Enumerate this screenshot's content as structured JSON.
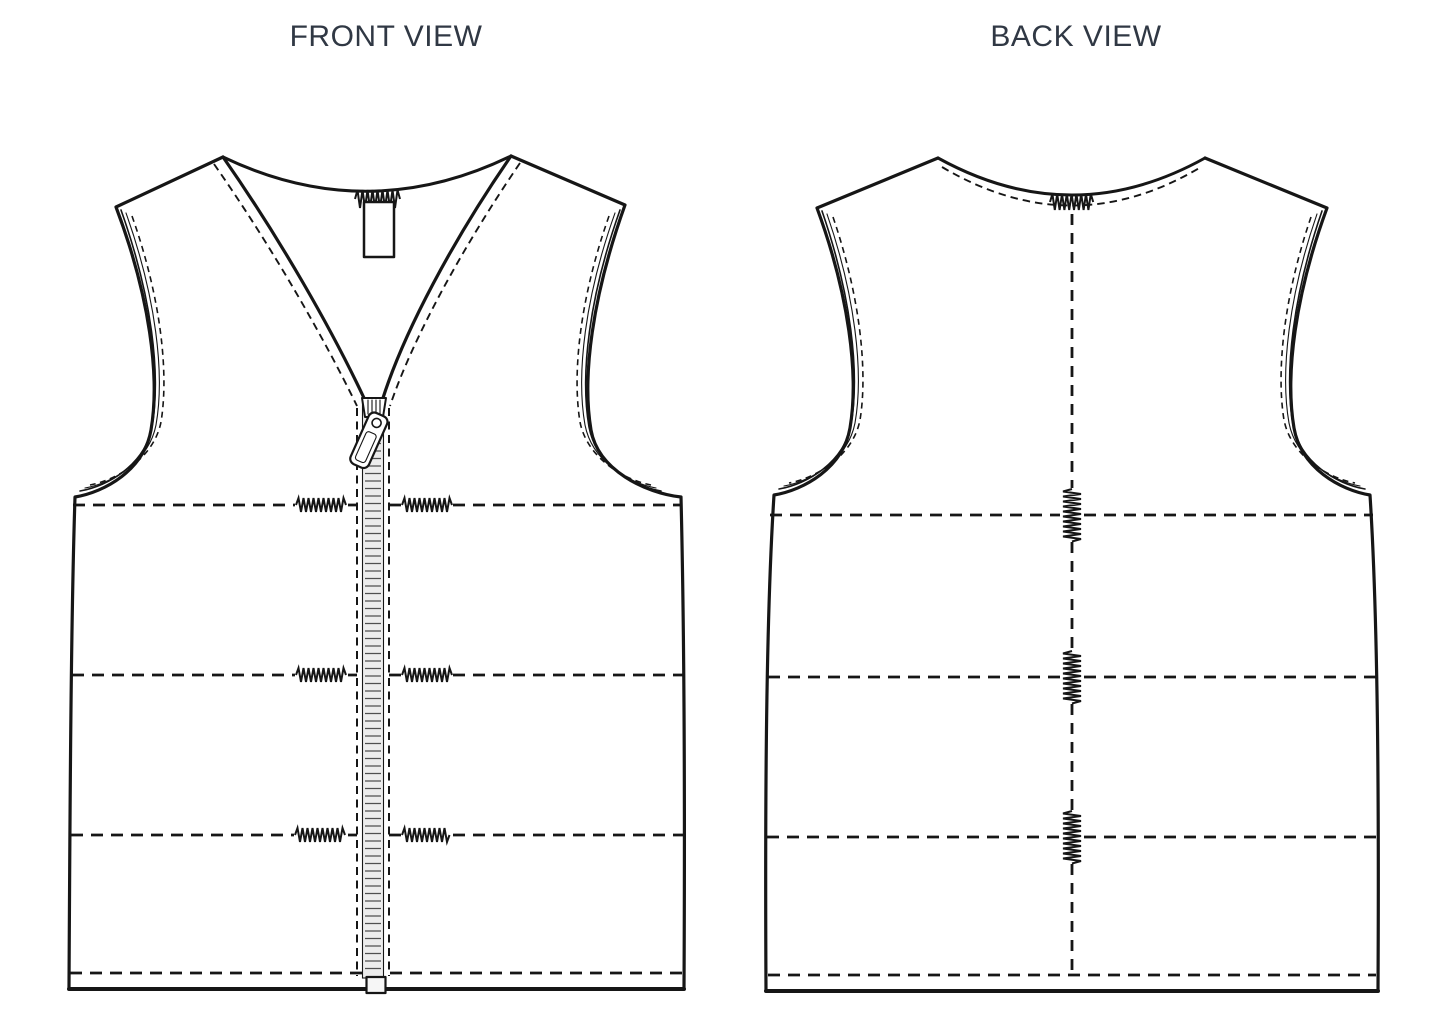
{
  "document_type": "fashion technical flat sketch",
  "garment": "sleeveless quilted zip-front vest",
  "views": {
    "front": {
      "label": "FRONT VIEW"
    },
    "back": {
      "label": "BACK VIEW"
    }
  },
  "features": {
    "quilt_seam_lines_per_view": 3,
    "front_closure": "center-front zipper with slider and bottom stop",
    "back_detail": "center-back dashed seam with bartacks",
    "neck_detail": "hanging brand loop label with bartack (front), bartack at center back neck",
    "stitching": "dashed topstitch along neckline, armholes, hem and quilt lines"
  },
  "palette": {
    "background": "#ffffff",
    "ink": "#161616",
    "title_color": "#303844",
    "zipper_tape": "#ececec",
    "zipper_teeth": "#4f4f4f",
    "zipper_stop_fill": "#f6f6f6",
    "label_fill": "#ffffff"
  }
}
